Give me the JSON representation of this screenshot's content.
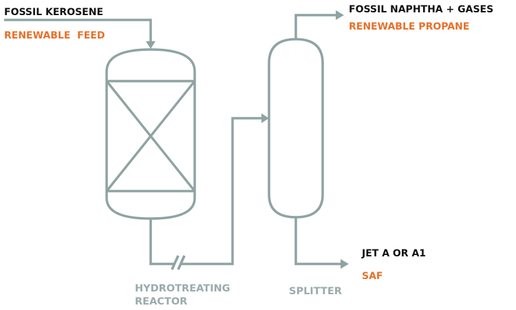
{
  "inputs": {
    "fossil_feed": "FOSSIL KEROSENE",
    "renewable_feed": "RENEWABLE  FEED"
  },
  "outputs": {
    "top_fossil": "FOSSIL NAPHTHA + GASES",
    "top_renewable": "RENEWABLE PROPANE",
    "bottom_fossil": "JET A OR A1",
    "bottom_renewable": "SAF"
  },
  "units": {
    "reactor_line1": "HYDROTREATING",
    "reactor_line2": "REACTOR",
    "splitter": "SPLITTER"
  },
  "colors": {
    "line": "#8fa3a3",
    "fossil_text": "#111111",
    "renewable_text": "#e8702a",
    "unit_label_text": "#9aabab"
  }
}
